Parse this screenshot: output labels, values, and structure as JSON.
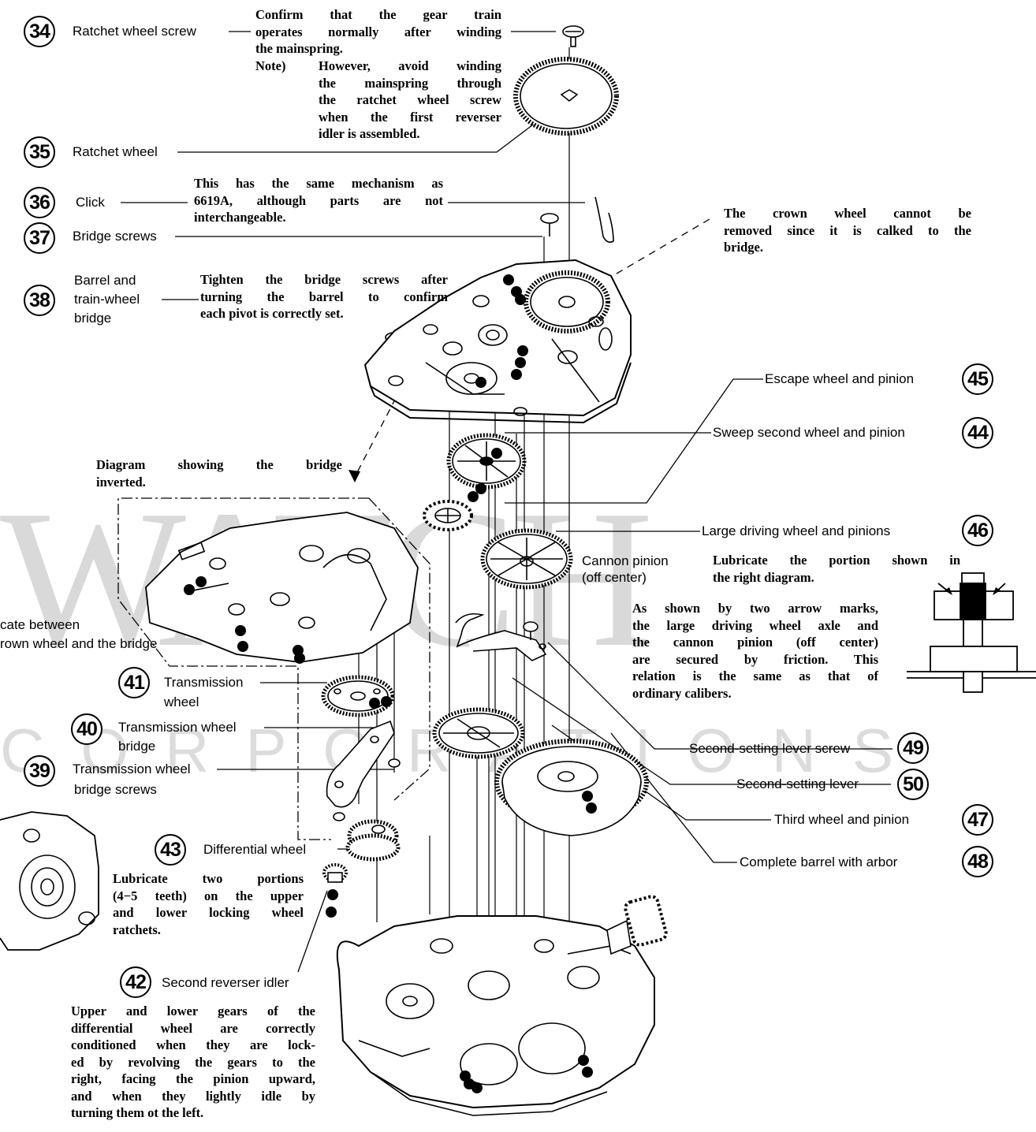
{
  "watermark": {
    "main": "WATCH",
    "sub": "CORPORATIONS"
  },
  "callouts": [
    {
      "num": "34",
      "label": "Ratchet wheel screw"
    },
    {
      "num": "35",
      "label": "Ratchet wheel"
    },
    {
      "num": "36",
      "label": "Click"
    },
    {
      "num": "37",
      "label": "Bridge screws"
    },
    {
      "num": "38",
      "label_lines": [
        "Barrel and",
        "train-wheel",
        "bridge"
      ]
    },
    {
      "num": "39",
      "label_lines": [
        "Transmission wheel",
        "bridge screws"
      ]
    },
    {
      "num": "40",
      "label_lines": [
        "Transmission wheel",
        "bridge"
      ]
    },
    {
      "num": "41",
      "label_lines": [
        "Transmission",
        "wheel"
      ]
    },
    {
      "num": "42",
      "label": "Second reverser idler"
    },
    {
      "num": "43",
      "label": "Differential wheel"
    },
    {
      "num": "44",
      "label": "Sweep second wheel and pinion"
    },
    {
      "num": "45",
      "label": "Escape wheel and pinion"
    },
    {
      "num": "46",
      "label": "Large driving wheel and pinions"
    },
    {
      "num": "47",
      "label": "Third wheel and pinion"
    },
    {
      "num": "48",
      "label": "Complete barrel with arbor"
    },
    {
      "num": "49",
      "label": "Second-setting lever screw"
    },
    {
      "num": "50",
      "label": "Second-setting lever"
    }
  ],
  "notes": {
    "ratchet": [
      "Confirm that the gear train",
      "operates normally after winding",
      "the mainspring."
    ],
    "ratchet_note_label": "Note)",
    "ratchet_note": [
      "However, avoid winding",
      "the mainspring through",
      "the ratchet wheel screw",
      "when the first reverser",
      "idler is assembled."
    ],
    "click": [
      "This has the same mechanism as",
      "6619A, although parts are not",
      "interchangeable."
    ],
    "crown": [
      "The crown wheel cannot be",
      "removed since it is calked to the",
      "bridge."
    ],
    "tighten": [
      "Tighten the bridge screws after",
      "turning the barrel to confirm",
      "each pivot is correctly set."
    ],
    "diagram": [
      "Diagram showing the bridge",
      "inverted."
    ],
    "lubricate_crown": [
      "cate between",
      "rown wheel and the bridge"
    ],
    "cannon": [
      "Cannon pinion",
      "(off center)"
    ],
    "lubricate_right": [
      "Lubricate the portion shown in",
      "the right diagram."
    ],
    "friction": [
      "As shown by two arrow marks,",
      "the large driving wheel axle and",
      "the cannon pinion (off center)",
      "are secured by friction. This",
      "relation is the same as that of",
      "ordinary calibers."
    ],
    "lubricate_two": [
      "Lubricate two portions",
      "(4−5 teeth) on the upper",
      "and lower locking wheel",
      "ratchets."
    ],
    "differential": [
      "Upper and lower gears of the",
      "differential wheel are correctly",
      "conditioned when they are lock-",
      "ed by revolving the gears to the",
      "right, facing the pinion upward,",
      "and when they lightly idle by",
      "turning them ot the left."
    ]
  }
}
